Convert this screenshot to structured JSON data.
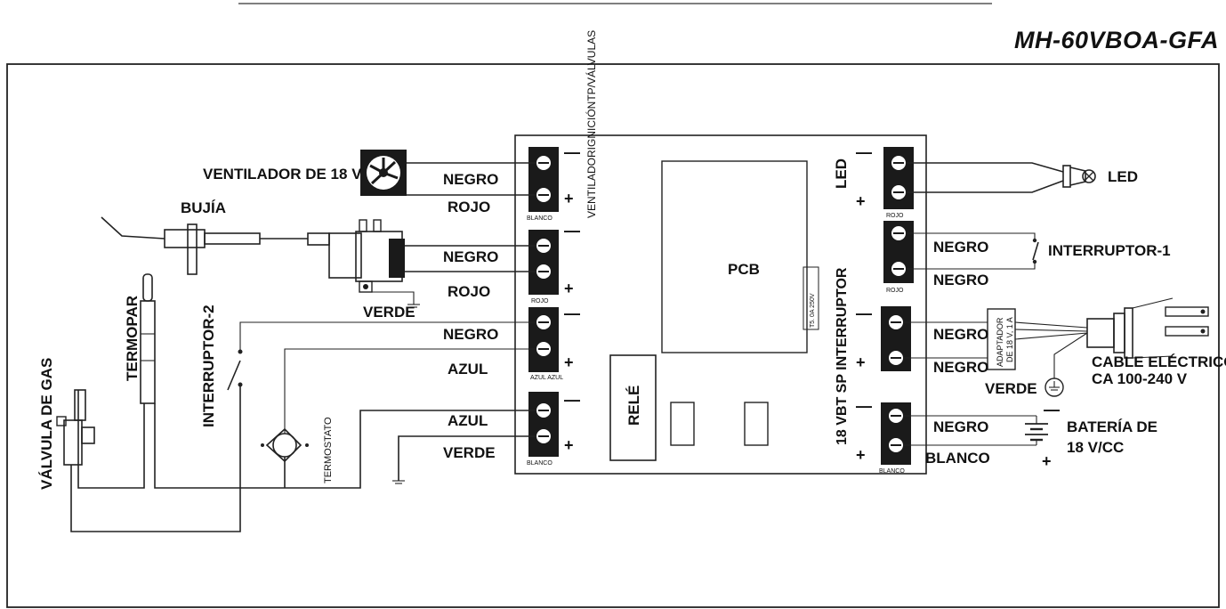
{
  "model": "MH-60VBOA-GFA",
  "components": {
    "fan": "VENTILADOR DE 18 V",
    "spark_plug": "BUJÍA",
    "thermocouple": "TERMOPAR",
    "gas_valve": "VÁLVULA DE GAS",
    "switch2": "INTERRUPTOR-2",
    "thermostat": "TERMOSTATO",
    "pcb": "PCB",
    "relay": "RELÉ",
    "fuse": "T5. 0A 250V",
    "led": "LED",
    "switch1": "INTERRUPTOR-1",
    "adapter_line1": "ADAPTADOR",
    "adapter_line2": "DE 18 V, 1 A",
    "cable_line1": "CABLE ELÉCTRICO",
    "cable_line2": "CA 100-240 V",
    "battery_line1": "BATERÍA DE",
    "battery_line2": "18 V/CC",
    "ground_verde": "VERDE"
  },
  "wires": {
    "negro": "NEGRO",
    "rojo": "ROJO",
    "azul": "AZUL",
    "verde": "VERDE",
    "blanco": "BLANCO"
  },
  "board_labels": {
    "left_vertical": "VENTILADORIGNICIÓNTP/VÁLVULAS",
    "led_vertical": "LED",
    "right_vertical": "18 VBT SP INTERRUPTOR",
    "tb1": "BLANCO",
    "tb2": "ROJO",
    "tb3": "AZUL AZUL",
    "tb4": "BLANCO",
    "tr1": "ROJO",
    "tr2": "ROJO",
    "tr4": "BLANCO"
  },
  "symbols": {
    "minus": "—",
    "plus": "+"
  }
}
